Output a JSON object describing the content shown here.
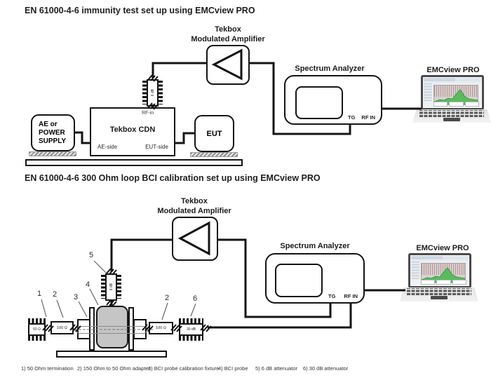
{
  "colors": {
    "line": "#141414",
    "probe_fill": "#c5c5c5",
    "trace_green": "#4fae52",
    "marker_text": "#2a2a2a"
  },
  "diagram1": {
    "title": "EN 61000-4-6 immunity test set up using EMCview PRO",
    "amplifier": {
      "label_line1": "Tekbox",
      "label_line2": "Modulated Amplifier"
    },
    "attenuator_label": "6 dB",
    "cdn": {
      "name": "Tekbox CDN",
      "rf_in": "RF-in",
      "ae_side": "AE-side",
      "eut_side": "EUT-side"
    },
    "ae_box": {
      "line1": "AE or",
      "line2": "POWER",
      "line3": "SUPPLY"
    },
    "eut_label": "EUT",
    "spectrum_analyzer": {
      "label": "Spectrum Analyzer",
      "tg": "TG",
      "rf_in": "RF IN"
    },
    "laptop_label": "EMCview PRO"
  },
  "diagram2": {
    "title": "EN 61000-4-6 300 Ohm loop BCI calibration set up using EMCview PRO",
    "amplifier": {
      "label_line1": "Tekbox",
      "label_line2": "Modulated Amplifier"
    },
    "spectrum_analyzer": {
      "label": "Spectrum Analyzer",
      "tg": "TG",
      "rf_in": "RF IN"
    },
    "laptop_label": "EMCview PRO",
    "markers": {
      "m1": "1",
      "m2_left": "2",
      "m3": "3",
      "m4": "4",
      "m5": "5",
      "m2_right": "2",
      "m6": "6"
    },
    "components": {
      "termination_50": "50 Ω",
      "adapter_left": "100 Ω",
      "adapter_right": "100 Ω",
      "attenuator_6db": "6 dB",
      "attenuator_30db": "30 dB"
    },
    "legend": [
      "1) 50 Ohm termination",
      "2) 150 Ohm to 50 Ohm adapter",
      "3) BCI probe calibration fixture",
      "4) BCI probe",
      "5) 6 dB attenuator",
      "6) 30 dB attenuator"
    ]
  }
}
